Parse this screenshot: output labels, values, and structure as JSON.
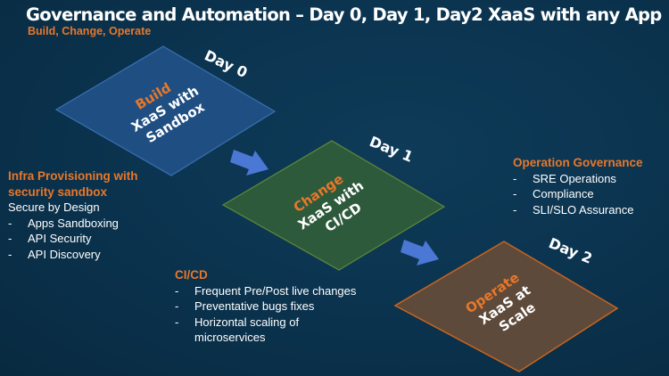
{
  "header": {
    "title": "Governance and Automation – Day 0, Day 1, Day2 XaaS with any App",
    "subtitle": "Build, Change, Operate"
  },
  "colors": {
    "accent": "#e8772a",
    "build_fill": "#1f4f82",
    "change_fill": "#2e5a3c",
    "operate_fill": "#5e4a3a",
    "arrow": "#4a78d4"
  },
  "stages": [
    {
      "day": "Day 0",
      "name": "Build",
      "line1": "XaaS with",
      "line2": "Sandbox"
    },
    {
      "day": "Day 1",
      "name": "Change",
      "line1": "XaaS with",
      "line2": "CI/CD"
    },
    {
      "day": "Day 2",
      "name": "Operate",
      "line1": "XaaS at",
      "line2": "Scale"
    }
  ],
  "arrows": [
    "arrow-right-down-icon",
    "arrow-right-down-icon"
  ],
  "infra": {
    "heading1": "Infra Provisioning with",
    "heading2": "security sandbox",
    "intro": "Secure by Design",
    "items": [
      "Apps Sandboxing",
      "API Security",
      "API Discovery"
    ]
  },
  "cicd": {
    "heading": "CI/CD",
    "items": [
      "Frequent Pre/Post live changes",
      "Preventative bugs fixes",
      "Horizontal scaling of",
      "microservices"
    ]
  },
  "ops": {
    "heading": "Operation Governance",
    "items": [
      "SRE Operations",
      "Compliance",
      "SLI/SLO Assurance"
    ]
  },
  "dash": "-"
}
